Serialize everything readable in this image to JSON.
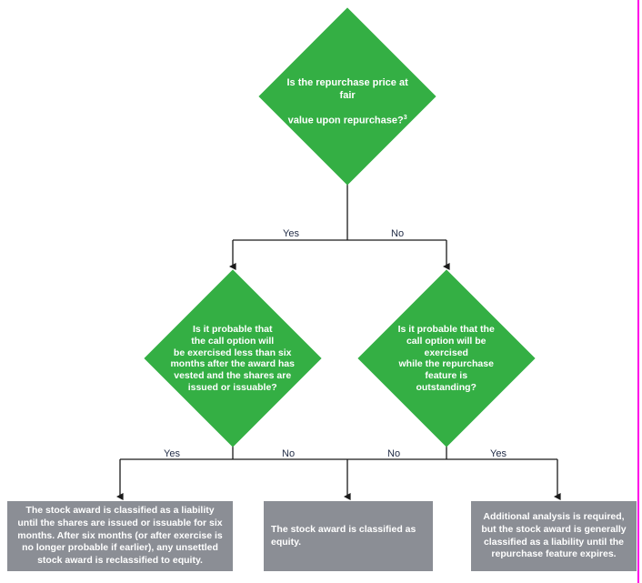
{
  "chart_data": {
    "type": "diagram",
    "title": "Repurchase feature classification decision tree",
    "nodes": [
      {
        "id": "q1",
        "shape": "diamond",
        "color": "#34AF44",
        "text": "Is the repurchase price at fair value upon repurchase?"
      },
      {
        "id": "q2",
        "shape": "diamond",
        "color": "#34AF44",
        "text": "Is it probable that the call option will be exercised less than six months after the award has vested and the shares are issued or issuable?"
      },
      {
        "id": "q3",
        "shape": "diamond",
        "color": "#34AF44",
        "text": "Is it probable that the call option will be exercised while the repurchase feature is outstanding?"
      },
      {
        "id": "o1",
        "shape": "box",
        "color": "#8B8E95",
        "text": "The stock award is classified as a liability until the shares are issued or issuable for six months. After six months (or after exercise is no longer probable if earlier), any unsettled stock award is reclassified to equity."
      },
      {
        "id": "o2",
        "shape": "box",
        "color": "#8B8E95",
        "text": "The stock award is classified as equity."
      },
      {
        "id": "o3",
        "shape": "box",
        "color": "#8B8E95",
        "text": "Additional analysis is required, but the stock award is generally classified as a liability until the repurchase feature expires."
      }
    ],
    "edges": [
      {
        "from": "q1",
        "to": "q2",
        "label": "Yes"
      },
      {
        "from": "q1",
        "to": "q3",
        "label": "No"
      },
      {
        "from": "q2",
        "to": "o1",
        "label": "Yes"
      },
      {
        "from": "q2",
        "to": "o2",
        "label": "No"
      },
      {
        "from": "q3",
        "to": "o2",
        "label": "No"
      },
      {
        "from": "q3",
        "to": "o3",
        "label": "Yes"
      }
    ]
  },
  "colors": {
    "decision_fill": "#34AF44",
    "outcome_fill": "#8B8E95",
    "connector": "#1a1a1a",
    "label_text": "#1f2a44",
    "node_text": "#ffffff",
    "rule": "#FF00E8"
  },
  "decisions": {
    "q1": {
      "line1": "Is the repurchase price at fair",
      "line2": "value upon repurchase?",
      "footnote": "3"
    },
    "q2": {
      "text": "Is it probable that\nthe call option will\nbe exercised less than six\nmonths after the award has\nvested and the shares are\nissued or issuable?"
    },
    "q3": {
      "text": "Is it probable that the\ncall option will be exercised\nwhile the repurchase feature is\noutstanding?"
    }
  },
  "outcomes": {
    "o1": "The stock award is classified as a liability until the shares are issued or issuable for six months. After six months (or after exercise is no longer probable if earlier), any unsettled stock award is reclassified to equity.",
    "o2": "The stock award is classified as equity.",
    "o3": "Additional analysis is required, but the stock award is generally classified as a liability until the repurchase feature expires."
  },
  "edge_labels": {
    "q1_yes": "Yes",
    "q1_no": "No",
    "q2_yes": "Yes",
    "q2_no": "No",
    "q3_no": "No",
    "q3_yes": "Yes"
  }
}
